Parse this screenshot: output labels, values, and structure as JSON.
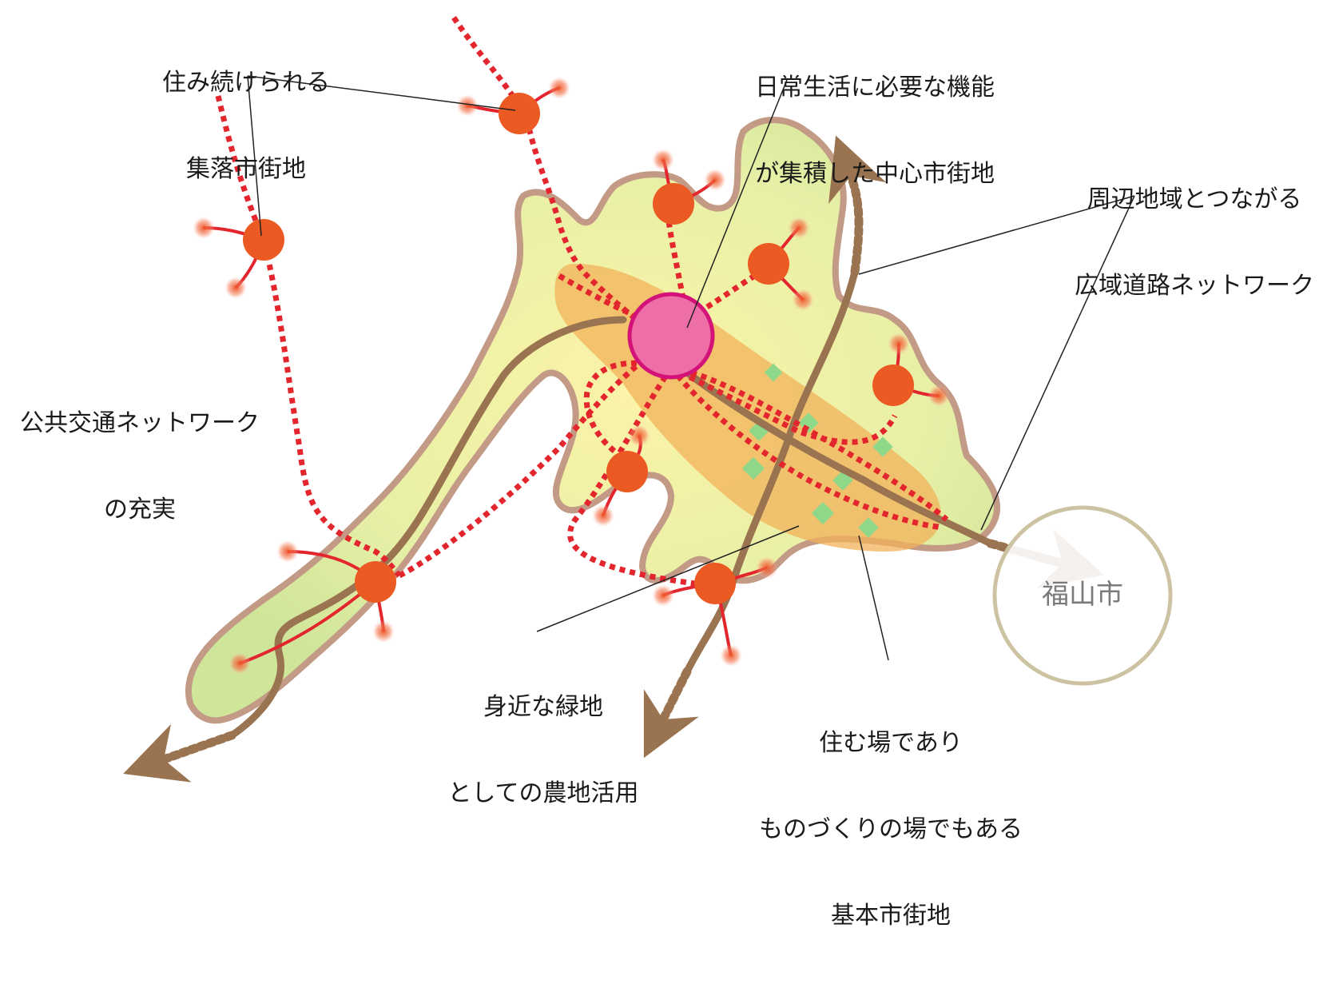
{
  "labels": {
    "settlement": [
      "住み続けられる",
      "集落市街地"
    ],
    "center": [
      "日常生活に必要な機能",
      "が集積した中心市街地"
    ],
    "road_network": [
      "周辺地域とつながる",
      "広域道路ネットワーク"
    ],
    "transit": [
      "公共交通ネットワーク",
      "の充実"
    ],
    "green": [
      "身近な緑地",
      "としての農地活用"
    ],
    "base": [
      "住む場であり",
      "ものづくりの場でもある",
      "基本市街地"
    ],
    "city": "福山市"
  },
  "colors": {
    "land_fill": "#d8e9a6",
    "land_edge": "#c29a86",
    "core_fill": "#f2b25a",
    "road": "#9a7350",
    "transit": "#e3262e",
    "node": "#ec5a23",
    "node_glow": "#f6a08a",
    "center_fill": "#ee6fa8",
    "center_ring": "#d3137a",
    "green_patch": "#8fd88a",
    "city_ring": "#cdc3a3",
    "leader": "#222222"
  }
}
